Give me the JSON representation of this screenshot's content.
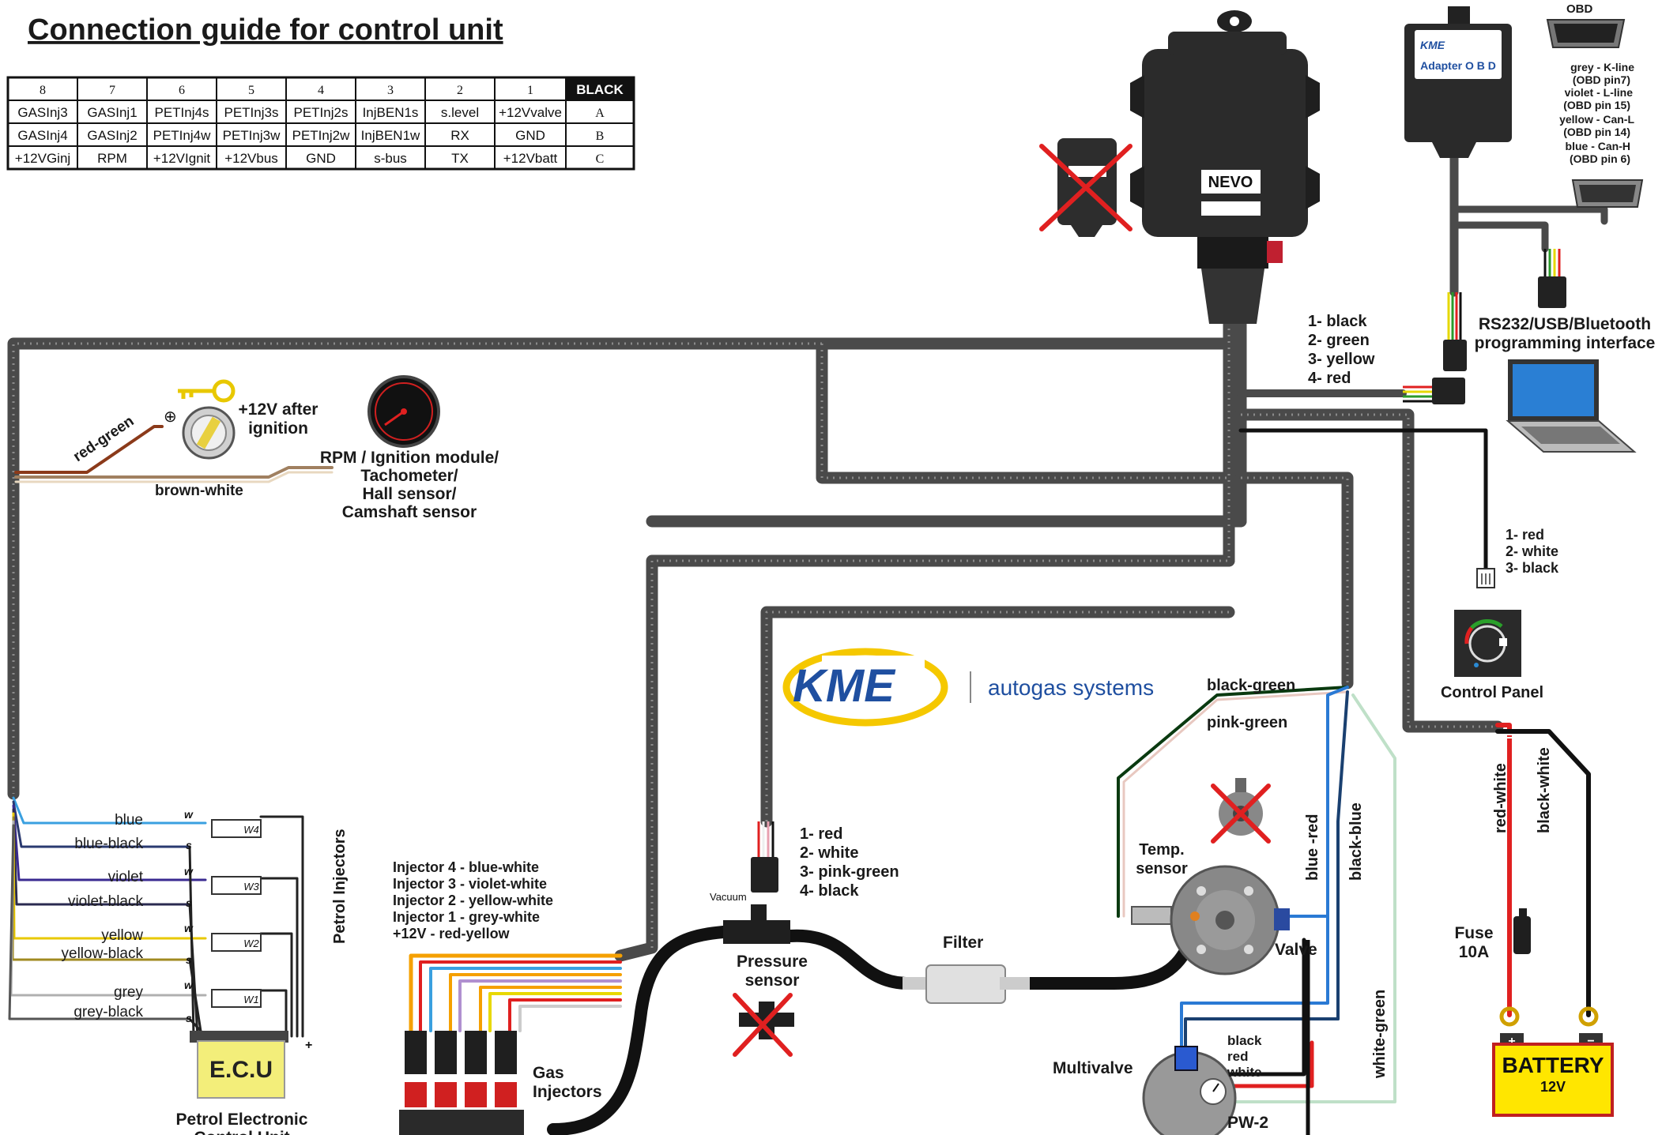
{
  "title": "Connection guide for control unit",
  "table": {
    "headers": [
      "8",
      "7",
      "6",
      "5",
      "4",
      "3",
      "2",
      "1",
      "BLACK"
    ],
    "rows": [
      [
        "GASInj3",
        "GASInj1",
        "PETInj4s",
        "PETInj3s",
        "PETInj2s",
        "InjBEN1s",
        "s.level",
        "+12Vvalve",
        "A"
      ],
      [
        "GASInj4",
        "GASInj2",
        "PETInj4w",
        "PETInj3w",
        "PETInj2w",
        "InjBEN1w",
        "RX",
        "GND",
        "B"
      ],
      [
        "+12VGinj",
        "RPM",
        "+12VIgnit",
        "+12Vbus",
        "GND",
        "s-bus",
        "TX",
        "+12Vbatt",
        "C"
      ]
    ]
  },
  "labels": {
    "ignition": "+12V after ignition",
    "ignition_line1": "+12V after",
    "ignition_line2": "ignition",
    "red_green": "red-green",
    "brown_white": "brown-white",
    "rpm": [
      "RPM / Ignition module/",
      "Tachometer/",
      "Hall sensor/",
      "Camshaft sensor"
    ],
    "nevo": "NEVO",
    "adapter_obd": "Adapter O B D",
    "obd": "OBD",
    "obd_pins": [
      "grey - K-line",
      "(OBD pin7)",
      "violet - L-line",
      "(OBD pin 15)",
      "yellow - Can-L",
      "(OBD pin 14)",
      "blue - Can-H",
      "(OBD pin 6)"
    ],
    "prog_wires": [
      "1- black",
      "2- green",
      "3- yellow",
      "4- red"
    ],
    "rs232": [
      "RS232/USB/Bluetooth",
      "programming interface"
    ],
    "panel_wires": [
      "1- red",
      "2- white",
      "3- black"
    ],
    "control_panel": "Control Panel",
    "kme_logo": "KME",
    "autogas": "autogas systems",
    "black_green": "black-green",
    "pink_green": "pink-green",
    "temp_sensor": [
      "Temp.",
      "sensor"
    ],
    "valve": "Valve",
    "blue_red": "blue -red",
    "black_blue": "black-blue",
    "white_green": "white-green",
    "red_white": "red-white",
    "black_white": "black-white",
    "fuse": [
      "Fuse",
      "10A"
    ],
    "battery": "BATTERY",
    "battery_v": "12V",
    "filter": "Filter",
    "pressure_sensor": [
      "Pressure",
      "sensor"
    ],
    "vacuum": "Vacuum",
    "pressure_wires": [
      "1- red",
      "2- white",
      "3- pink-green",
      "4- black"
    ],
    "injector_list": [
      "Injector 4 - blue-white",
      "Injector 3 - violet-white",
      "Injector 2 -  yellow-white",
      "Injector 1 - grey-white",
      "+12V -  red-yellow"
    ],
    "gas_injectors": [
      "Gas",
      "Injectors"
    ],
    "multivalve": "Multivalve",
    "pw2": "PW-2",
    "pw2_wires": [
      "black",
      "red",
      "white"
    ],
    "petrol_injectors": "Petrol Injectors",
    "ecu": "E.C.U",
    "petrol_ecu": [
      "Petrol Electronic",
      "Control Unit"
    ],
    "inj_wires": [
      "blue",
      "blue-black",
      "violet",
      "violet-black",
      "yellow",
      "yellow-black",
      "grey",
      "grey-black"
    ],
    "inj_tags": [
      "W4",
      "W3",
      "W2",
      "W1"
    ],
    "w": "w",
    "s": "s"
  },
  "colors": {
    "loom": "#4a4a4a",
    "red_cross": "#e02020",
    "kme_blue": "#1f4fa0",
    "kme_yellow": "#f5c800",
    "battery_yellow": "#ffe600",
    "ecu_yellow": "#f3ee7a"
  }
}
